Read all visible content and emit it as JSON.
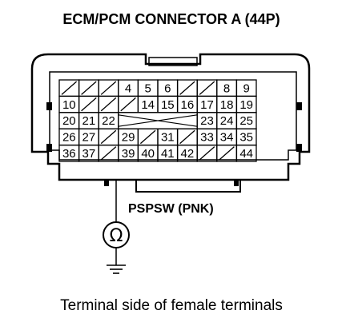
{
  "title": "ECM/PCM CONNECTOR A (44P)",
  "wire_label": "PSPSW (PNK)",
  "caption": "Terminal side of female terminals",
  "meter_symbol": "Ω",
  "connector": {
    "rows": [
      [
        "",
        "",
        "",
        "4",
        "5",
        "6",
        "",
        "",
        "8",
        "9"
      ],
      [
        "10",
        "",
        "",
        "",
        "14",
        "15",
        "16",
        "17",
        "18",
        "19"
      ],
      [
        "20",
        "21",
        "22",
        "",
        "",
        "",
        "",
        "23",
        "24",
        "25"
      ],
      [
        "26",
        "27",
        "",
        "29",
        "",
        "31",
        "",
        "33",
        "34",
        "35"
      ],
      [
        "36",
        "37",
        "",
        "39",
        "40",
        "41",
        "42",
        "",
        "",
        "44"
      ]
    ]
  }
}
